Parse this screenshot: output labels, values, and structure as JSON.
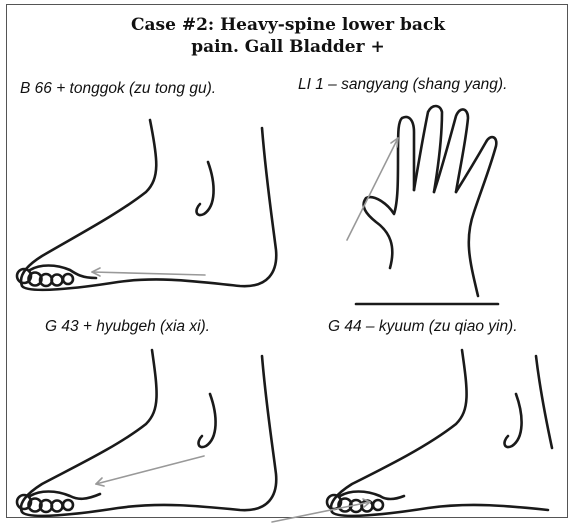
{
  "title": {
    "line1": "Case #2: Heavy-spine lower back",
    "line2": "pain.  Gall Bladder +"
  },
  "panels": {
    "top_left": {
      "label": "B 66 + tonggok (zu tong gu)."
    },
    "top_right": {
      "label": "LI 1 – sangyang (shang yang)."
    },
    "bottom_left": {
      "label": "G 43 + hyubgeh (xia xi)."
    },
    "bottom_right": {
      "label": "G 44 – kyuum (zu qiao yin)."
    }
  },
  "colors": {
    "ink": "#1a1a1a",
    "pointer": "#999999",
    "frame": "#555555"
  }
}
